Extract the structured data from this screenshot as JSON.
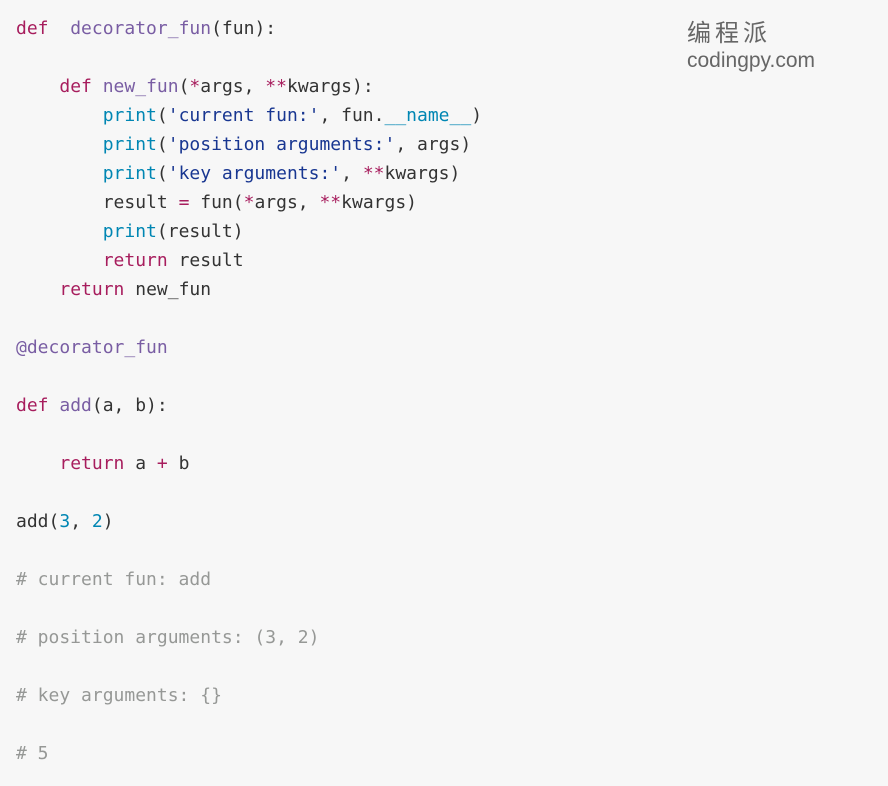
{
  "watermark": {
    "chinese": "编程派",
    "site": "codingpy.com"
  },
  "colors": {
    "keyword": "#a71d5d",
    "function": "#795da3",
    "builtin": "#0086b3",
    "string": "#183691",
    "comment": "#969896",
    "background": "#f7f7f7"
  },
  "code_lines": [
    [
      [
        "kw",
        "def"
      ],
      [
        "",
        "  "
      ],
      [
        "fn",
        "decorator_fun"
      ],
      [
        "",
        "(fun):"
      ]
    ],
    [],
    [
      [
        "",
        "    "
      ],
      [
        "kw",
        "def"
      ],
      [
        "",
        " "
      ],
      [
        "fn",
        "new_fun"
      ],
      [
        "",
        "("
      ],
      [
        "op",
        "*"
      ],
      [
        "",
        "args, "
      ],
      [
        "op",
        "**"
      ],
      [
        "",
        "kwargs):"
      ]
    ],
    [
      [
        "",
        "        "
      ],
      [
        "bi",
        "print"
      ],
      [
        "",
        "("
      ],
      [
        "str",
        "'current fun:'"
      ],
      [
        "",
        ", fun."
      ],
      [
        "bi",
        "__name__"
      ],
      [
        "",
        ")"
      ]
    ],
    [
      [
        "",
        "        "
      ],
      [
        "bi",
        "print"
      ],
      [
        "",
        "("
      ],
      [
        "str",
        "'position arguments:'"
      ],
      [
        "",
        ", args)"
      ]
    ],
    [
      [
        "",
        "        "
      ],
      [
        "bi",
        "print"
      ],
      [
        "",
        "("
      ],
      [
        "str",
        "'key arguments:'"
      ],
      [
        "",
        ", "
      ],
      [
        "op",
        "**"
      ],
      [
        "",
        "kwargs)"
      ]
    ],
    [
      [
        "",
        "        result "
      ],
      [
        "op",
        "="
      ],
      [
        "",
        " fun("
      ],
      [
        "op",
        "*"
      ],
      [
        "",
        "args, "
      ],
      [
        "op",
        "**"
      ],
      [
        "",
        "kwargs)"
      ]
    ],
    [
      [
        "",
        "        "
      ],
      [
        "bi",
        "print"
      ],
      [
        "",
        "(result)"
      ]
    ],
    [
      [
        "",
        "        "
      ],
      [
        "kw",
        "return"
      ],
      [
        "",
        " result"
      ]
    ],
    [
      [
        "",
        "    "
      ],
      [
        "kw",
        "return"
      ],
      [
        "",
        " new_fun"
      ]
    ],
    [],
    [
      [
        "dec",
        "@decorator_fun"
      ]
    ],
    [],
    [
      [
        "kw",
        "def"
      ],
      [
        "",
        " "
      ],
      [
        "fn",
        "add"
      ],
      [
        "",
        "(a, b):"
      ]
    ],
    [],
    [
      [
        "",
        "    "
      ],
      [
        "kw",
        "return"
      ],
      [
        "",
        " a "
      ],
      [
        "op",
        "+"
      ],
      [
        "",
        " b"
      ]
    ],
    [],
    [
      [
        "",
        "add("
      ],
      [
        "num",
        "3"
      ],
      [
        "",
        ", "
      ],
      [
        "num",
        "2"
      ],
      [
        "",
        ")"
      ]
    ],
    [],
    [
      [
        "cm",
        "# current fun: add"
      ]
    ],
    [],
    [
      [
        "cm",
        "# position arguments: (3, 2)"
      ]
    ],
    [],
    [
      [
        "cm",
        "# key arguments: {}"
      ]
    ],
    [],
    [
      [
        "cm",
        "# 5"
      ]
    ]
  ]
}
